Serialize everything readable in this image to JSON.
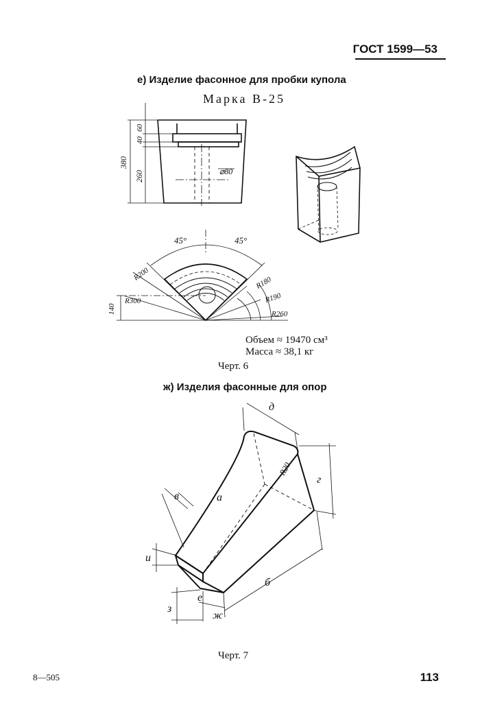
{
  "header": {
    "standard": "ГОСТ 1599—53"
  },
  "section_e": {
    "title": "е) Изделие фасонное для пробки купола",
    "grade": "Марка В-25",
    "front_view": {
      "dim_total": "380",
      "dim_top": "40",
      "dim_mid": "60",
      "dim_lower": "260",
      "dim_hole": "⌀80"
    },
    "plan_view": {
      "angle_left": "45°",
      "angle_right": "45°",
      "r200": "R200",
      "r300": "R300",
      "r180": "R180",
      "r190": "R190",
      "r260": "R260",
      "dim_140": "140"
    },
    "volume": "Объем ≈ 19470 см³",
    "mass": "Масса ≈ 38,1 кг",
    "caption": "Черт. 6"
  },
  "section_zh": {
    "title": "ж) Изделия фасонные для опор",
    "labels": {
      "d": "д",
      "a": "а",
      "r20": "R20",
      "g": "г",
      "v": "в",
      "b": "б",
      "i": "и",
      "e": "е",
      "z": "з",
      "zh": "ж"
    },
    "caption": "Черт. 7"
  },
  "footer": {
    "left": "8—505",
    "page_number": "113"
  }
}
